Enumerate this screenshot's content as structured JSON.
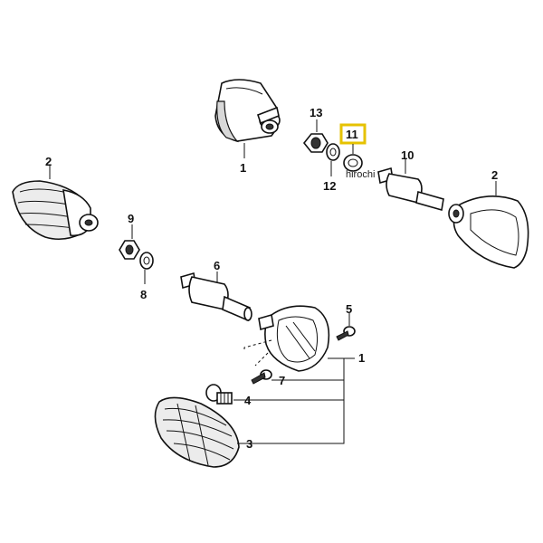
{
  "diagram": {
    "labels": {
      "p1_top": "1",
      "p2_left": "2",
      "p2_right": "2",
      "p13": "13",
      "p11": "11",
      "p12": "12",
      "p10": "10",
      "p9": "9",
      "p8": "8",
      "p6": "6",
      "p5": "5",
      "p1_bottom": "1",
      "p7": "7",
      "p4": "4",
      "p3": "3"
    },
    "watermark": "hirochi",
    "highlight_color": "#e6c200"
  }
}
